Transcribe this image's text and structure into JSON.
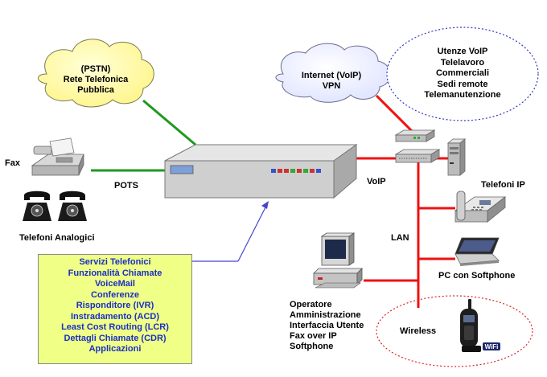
{
  "clouds": {
    "pstn": {
      "lines": [
        "(PSTN)",
        "Rete Telefonica",
        "Pubblica"
      ]
    },
    "internet": {
      "lines": [
        "Internet (VoIP)",
        "VPN"
      ]
    }
  },
  "remote_users": {
    "lines": [
      "Utenze VoIP",
      "Telelavoro",
      "Commerciali",
      "Sedi remote",
      "Telemanutenzione"
    ]
  },
  "labels": {
    "fax": "Fax",
    "pots": "POTS",
    "voip": "VoIP",
    "analog_phones": "Telefoni Analogici",
    "ip_phones": "Telefoni IP",
    "lan": "LAN",
    "pc_softphone": "PC con Softphone",
    "wireless": "Wireless"
  },
  "operator": {
    "lines": [
      "Operatore",
      "Amministrazione",
      "Interfaccia Utente",
      "Fax over IP",
      "Softphone"
    ]
  },
  "services": {
    "items": [
      "Servizi Telefonici",
      "Funzionalità Chiamate",
      "VoiceMail",
      "Conferenze",
      "Risponditore (IVR)",
      "Instradamento (ACD)",
      "Least Cost Routing (LCR)",
      "Dettagli Chiamate (CDR)",
      "Applicazioni"
    ]
  },
  "colors": {
    "pots_line": "#1e9a1e",
    "lan_line": "#ee1111",
    "callout_line": "#4444cc",
    "cloud_fill": "#ffffa0",
    "services_text": "#1a2fc8",
    "services_bg": "#f0ff85"
  },
  "icons": [
    "fax-icon",
    "analog-phone-icon",
    "pbx-server-icon",
    "switch-icon",
    "router-icon",
    "tower-server-icon",
    "ip-phone-icon",
    "laptop-icon",
    "operator-pc-icon",
    "cordless-phone-icon",
    "wifi-badge-icon"
  ]
}
